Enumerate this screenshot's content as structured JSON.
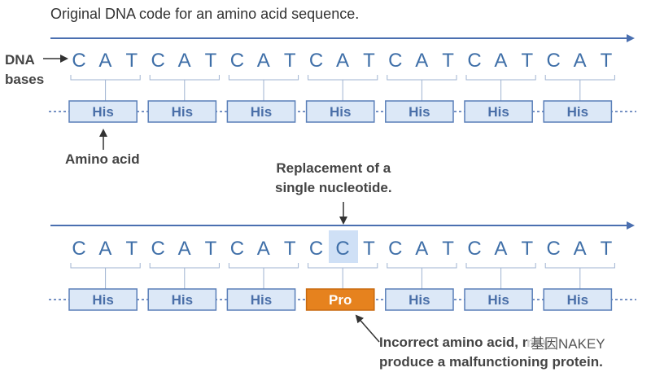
{
  "title": "Original DNA code for an amino acid sequence.",
  "labels": {
    "dna_line1": "DNA",
    "dna_line2": "bases",
    "amino_acid": "Amino acid",
    "replacement_line1": "Replacement of a",
    "replacement_line2": "single nucleotide.",
    "incorrect_line1": "Incorrect amino acid, may",
    "incorrect_line2": "produce a malfunctioning protein.",
    "watermark": "基因NAKEY"
  },
  "colors": {
    "base_text": "#3f6fa8",
    "line": "#4a6fb0",
    "box_fill": "#dce8f7",
    "box_stroke": "#5a7fb8",
    "box_text": "#4a6fa8",
    "highlight": "#cfe0f6",
    "mutant_fill": "#e6821e",
    "mutant_text": "#ffffff"
  },
  "original": {
    "bases": [
      "C",
      "A",
      "T",
      "C",
      "A",
      "T",
      "C",
      "A",
      "T",
      "C",
      "A",
      "T",
      "C",
      "A",
      "T",
      "C",
      "A",
      "T",
      "C",
      "A",
      "T"
    ],
    "amino_acids": [
      "His",
      "His",
      "His",
      "His",
      "His",
      "His",
      "His"
    ]
  },
  "mutated": {
    "bases": [
      "C",
      "A",
      "T",
      "C",
      "A",
      "T",
      "C",
      "A",
      "T",
      "C",
      "C",
      "T",
      "C",
      "A",
      "T",
      "C",
      "A",
      "T",
      "C",
      "A",
      "T"
    ],
    "amino_acids": [
      "His",
      "His",
      "His",
      "Pro",
      "His",
      "His",
      "His"
    ],
    "mutated_base_index": 10,
    "mutated_codon_index": 3
  }
}
